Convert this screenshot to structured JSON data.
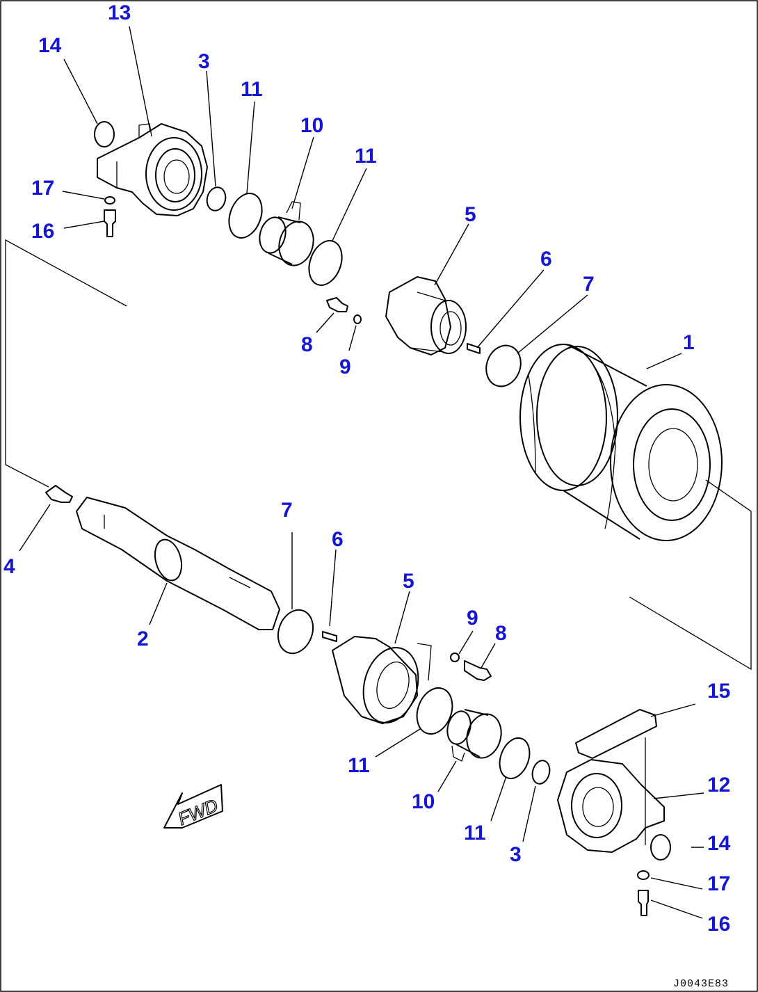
{
  "drawing_id": "J0043E83",
  "fwd_label": "FWD",
  "callouts": [
    {
      "id": "c13a",
      "text": "13"
    },
    {
      "id": "c14a",
      "text": "14"
    },
    {
      "id": "c3a",
      "text": "3"
    },
    {
      "id": "c11a",
      "text": "11"
    },
    {
      "id": "c10a",
      "text": "10"
    },
    {
      "id": "c11b",
      "text": "11"
    },
    {
      "id": "c17a",
      "text": "17"
    },
    {
      "id": "c16a",
      "text": "16"
    },
    {
      "id": "c5a",
      "text": "5"
    },
    {
      "id": "c6a",
      "text": "6"
    },
    {
      "id": "c7a",
      "text": "7"
    },
    {
      "id": "c1",
      "text": "1"
    },
    {
      "id": "c8a",
      "text": "8"
    },
    {
      "id": "c9a",
      "text": "9"
    },
    {
      "id": "c4",
      "text": "4"
    },
    {
      "id": "c7b",
      "text": "7"
    },
    {
      "id": "c6b",
      "text": "6"
    },
    {
      "id": "c5b",
      "text": "5"
    },
    {
      "id": "c2",
      "text": "2"
    },
    {
      "id": "c9b",
      "text": "9"
    },
    {
      "id": "c8b",
      "text": "8"
    },
    {
      "id": "c15",
      "text": "15"
    },
    {
      "id": "c12",
      "text": "12"
    },
    {
      "id": "c11c",
      "text": "11"
    },
    {
      "id": "c10b",
      "text": "10"
    },
    {
      "id": "c11d",
      "text": "11"
    },
    {
      "id": "c3b",
      "text": "3"
    },
    {
      "id": "c14b",
      "text": "14"
    },
    {
      "id": "c17b",
      "text": "17"
    },
    {
      "id": "c16b",
      "text": "16"
    }
  ]
}
